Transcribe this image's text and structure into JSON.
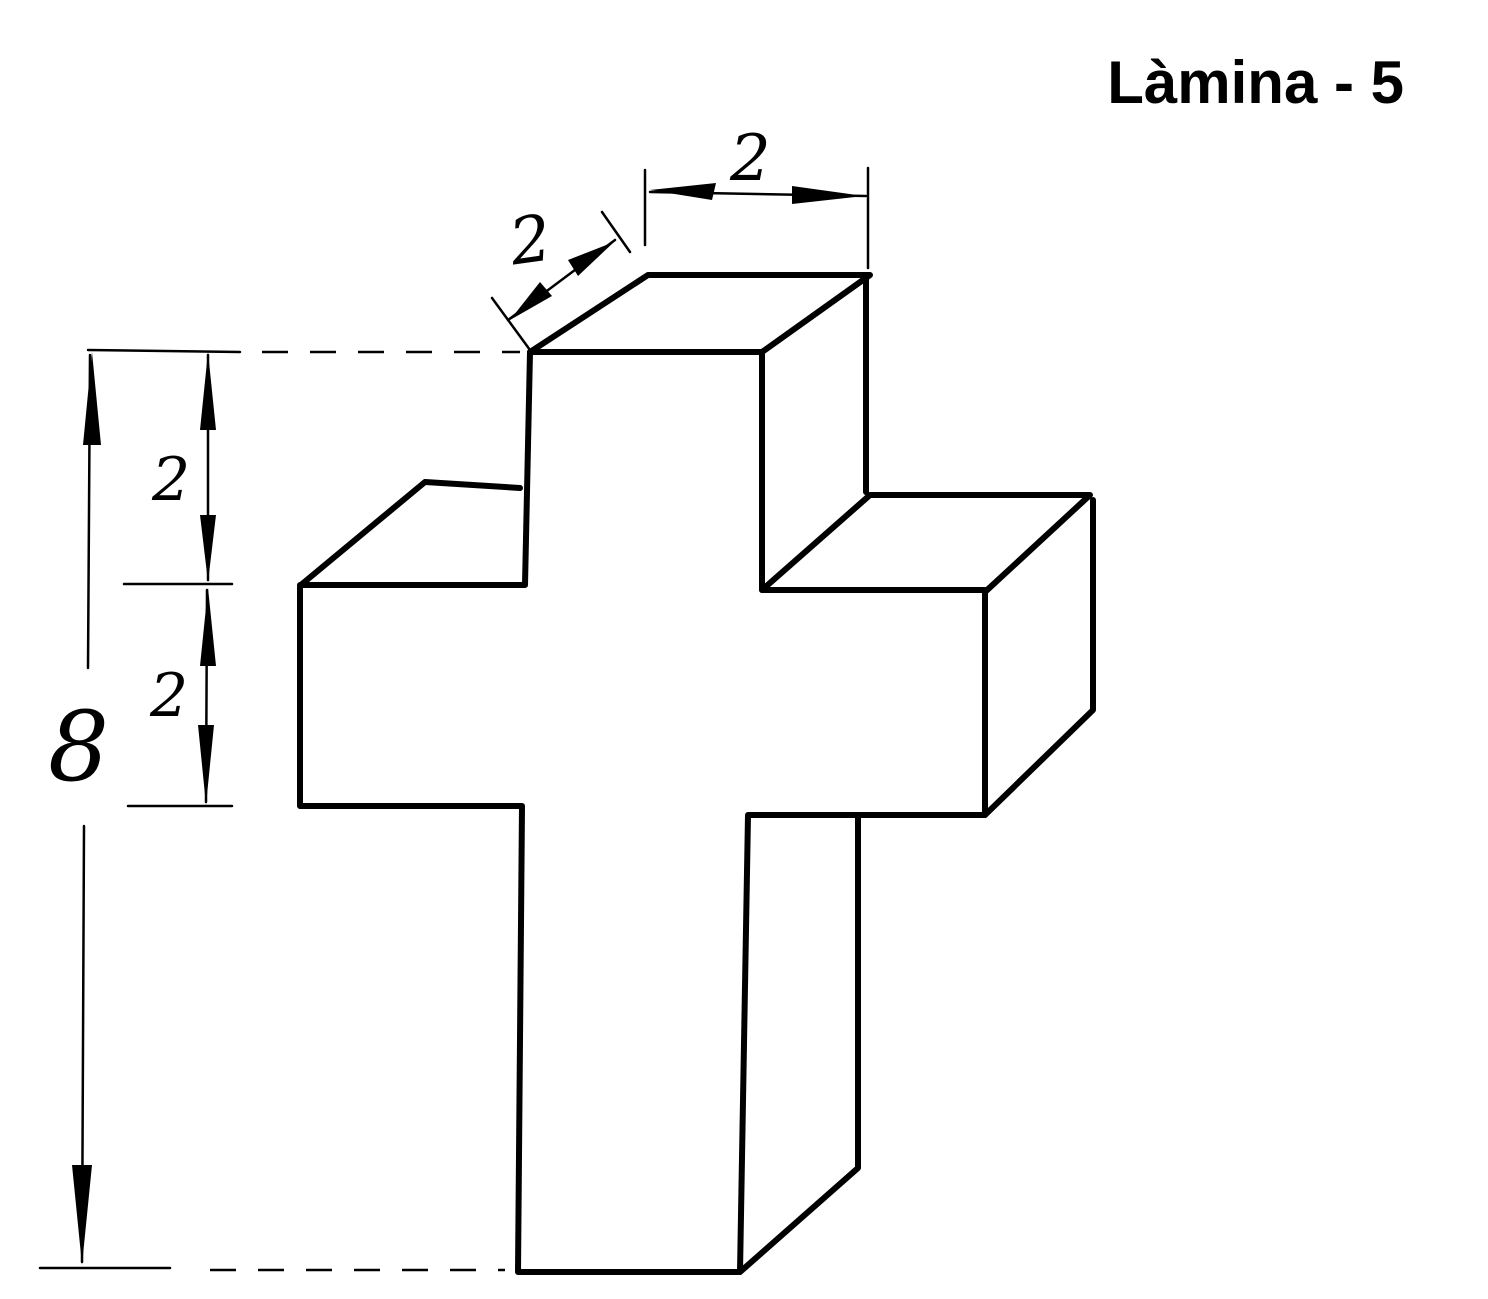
{
  "sheet": {
    "title": "Làmina - 5"
  },
  "dimensions": {
    "top_width": "2",
    "top_depth": "2",
    "upper_height": "2",
    "arm_height": "2",
    "total_height": "8"
  },
  "colors": {
    "ink": "#000000",
    "paper": "#ffffff"
  }
}
